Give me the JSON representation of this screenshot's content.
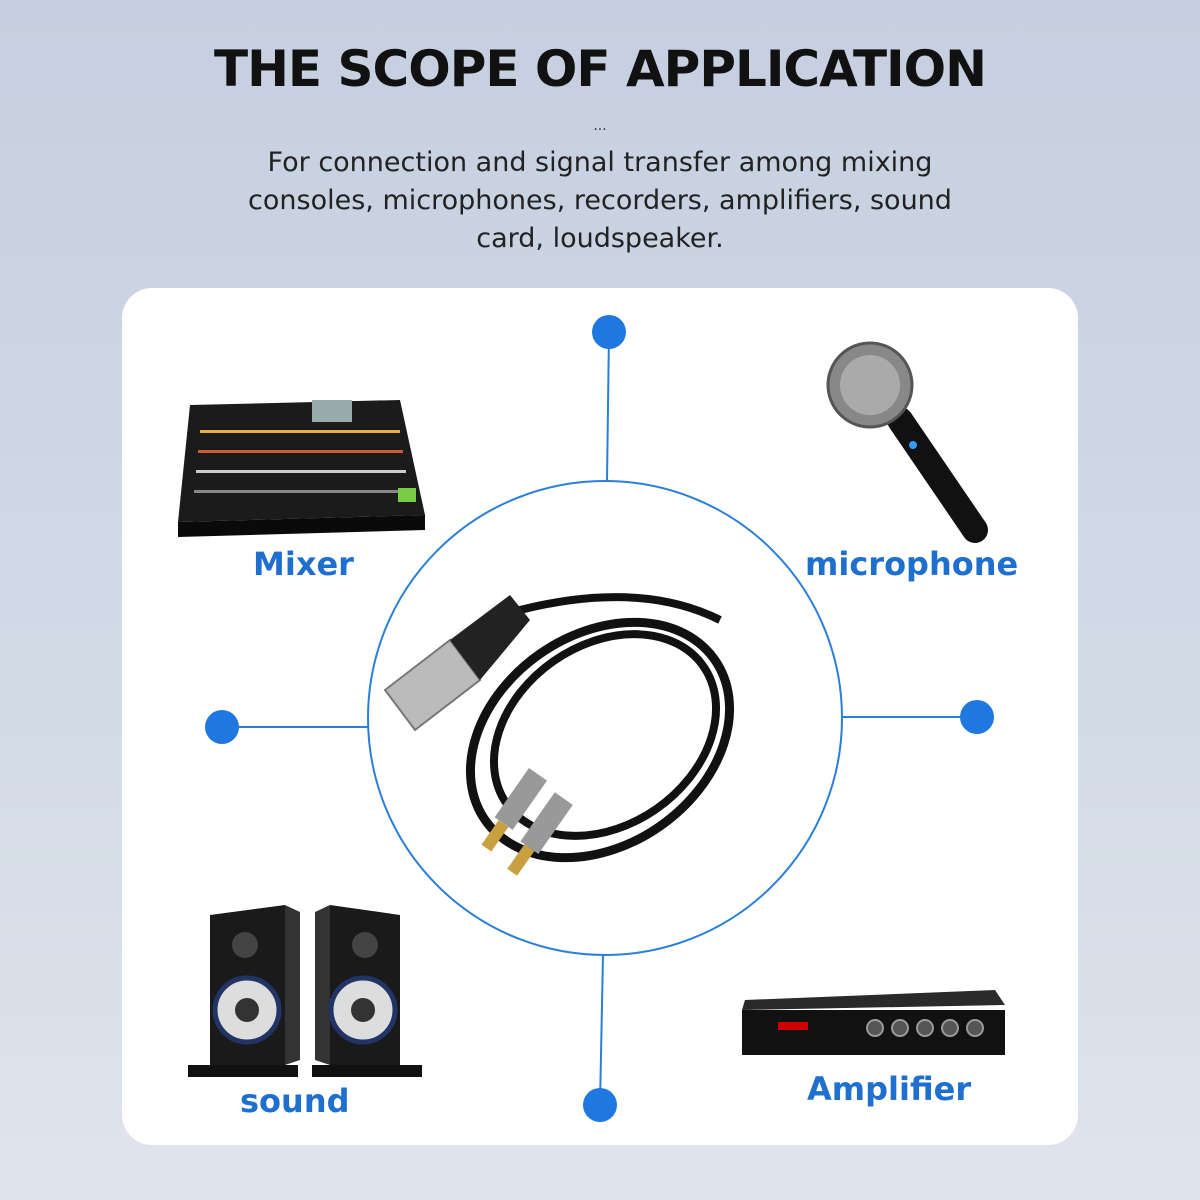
{
  "header": {
    "title": "THE SCOPE OF APPLICATION",
    "ellipsis": "...",
    "description": "For connection and signal transfer among mixing consoles, microphones, recorders, amplifiers, sound card, loudspeaker."
  },
  "applications": [
    {
      "label": "Mixer",
      "icon": "mixer-console"
    },
    {
      "label": "microphone",
      "icon": "microphone"
    },
    {
      "label": "sound",
      "icon": "speakers"
    },
    {
      "label": "Amplifier",
      "icon": "amplifier"
    }
  ],
  "center": {
    "icon": "xlr-to-dual-rca-cable"
  },
  "colors": {
    "accent": "#1f77d8",
    "label": "#1f6fcf",
    "card": "#ffffff"
  }
}
